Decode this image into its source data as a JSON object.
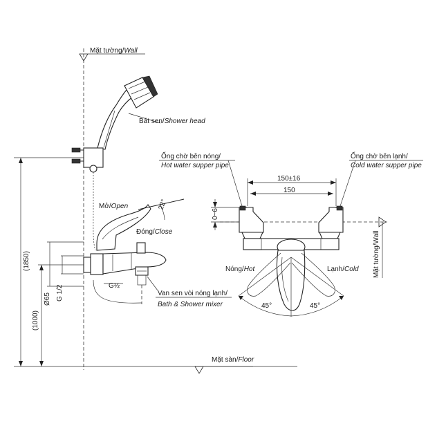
{
  "left_view": {
    "wall_label": {
      "vi": "Mặt tường/",
      "en": "Wall"
    },
    "shower_head_label": {
      "vi": "Bát sen/",
      "en": "Shower head"
    },
    "open_label": {
      "vi": "Mở/",
      "en": "Open"
    },
    "angle_open": "22°",
    "close_label": {
      "vi": "Đóng/",
      "en": "Close"
    },
    "mixer_label_line1": "Van sen vòi nóng lạnh/",
    "mixer_label_line2": "Bath & Shower mixer",
    "thread_label": "G½",
    "dim_total": "(1850)",
    "dim_mixer": "(1000)",
    "dim_diameter": "Ø65",
    "dim_thread": "G 1/2",
    "floor_label": {
      "vi": "Mặt sàn/",
      "en": "Floor"
    }
  },
  "right_view": {
    "hot_pipe_line1": "Ống chờ bên nóng/",
    "hot_pipe_line2": "Hot water supper pipe",
    "cold_pipe_line1": "Ống chờ bên lạnh/",
    "cold_pipe_line2": "Cold water supper pipe",
    "dim_spacing_tol": "150±16",
    "dim_spacing": "150",
    "dim_depth": "0~6",
    "hot_label": {
      "vi": "Nóng/",
      "en": "Hot"
    },
    "cold_label": {
      "vi": "Lạnh/",
      "en": "Cold"
    },
    "angle_left": "45°",
    "angle_right": "45°",
    "wall_label_vertical": "Mặt tường/Wall"
  }
}
